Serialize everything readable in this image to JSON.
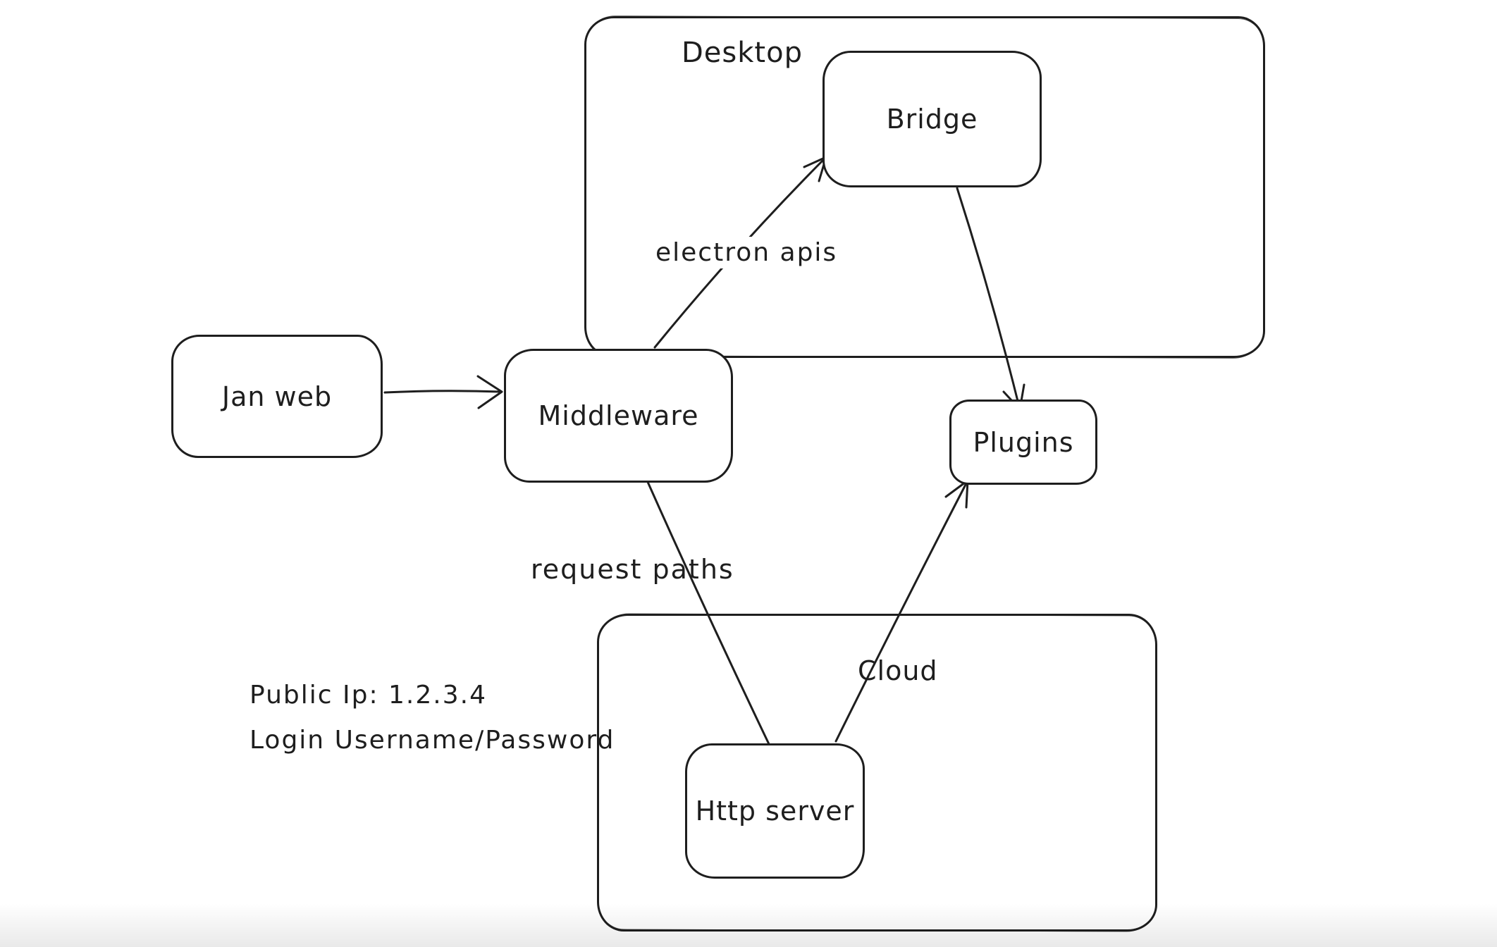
{
  "diagram": {
    "colors": {
      "stroke": "#1e1e1e",
      "background": "#ffffff"
    },
    "containers": {
      "desktop": {
        "label": "Desktop"
      },
      "cloud": {
        "label": "Cloud"
      }
    },
    "nodes": {
      "jan_web": {
        "label": "Jan web"
      },
      "middleware": {
        "label": "Middleware"
      },
      "bridge": {
        "label": "Bridge"
      },
      "plugins": {
        "label": "Plugins"
      },
      "http_server": {
        "label": "Http server"
      }
    },
    "edge_labels": {
      "electron_apis": "electron apis",
      "request_paths": "request paths"
    },
    "annotations": {
      "public_ip": "Public Ip: 1.2.3.4",
      "login": "Login Username/Password"
    }
  }
}
